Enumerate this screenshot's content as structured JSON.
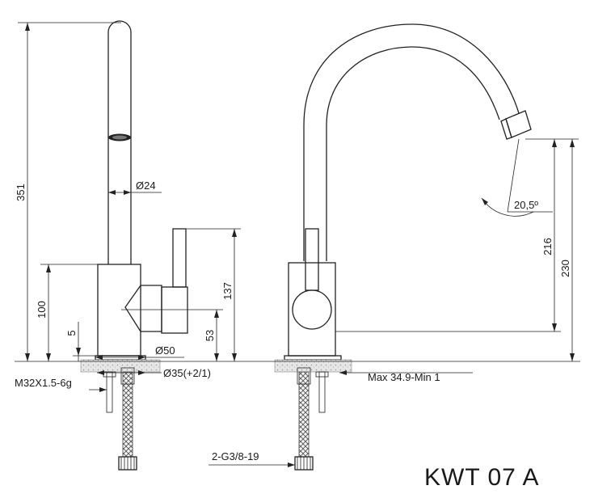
{
  "labels": {
    "dim_351": "351",
    "dim_d24": "Ø24",
    "dim_100": "100",
    "dim_5": "5",
    "dim_d50": "Ø50",
    "dim_d35": "Ø35(+2/1)",
    "dim_m32": "M32X1.5-6g",
    "dim_137": "137",
    "dim_53": "53",
    "dim_angle": "20,5º",
    "dim_216": "216",
    "dim_230": "230",
    "dim_max": "Max 34.9-Min 1",
    "dim_g38": "2-G3/8-19",
    "model": "KWT 07 A"
  }
}
